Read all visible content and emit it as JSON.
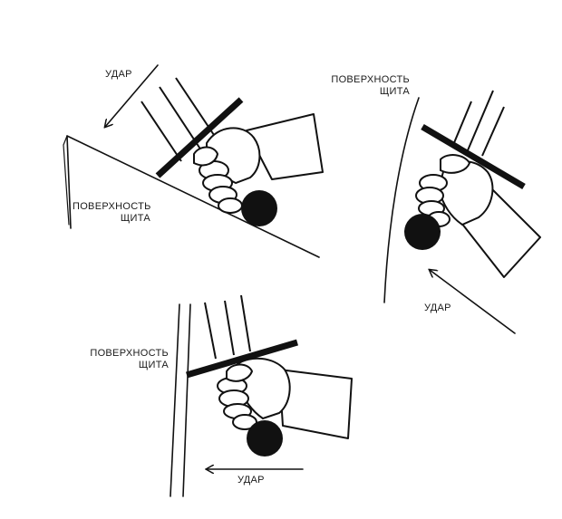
{
  "panel_top_left": {
    "strike_label": "УДАР",
    "surface_line1": "ПОВЕРХНОСТЬ",
    "surface_line2": "ЩИТА"
  },
  "panel_right": {
    "strike_label": "УДАР",
    "surface_line1": "ПОВЕРХНОСТЬ",
    "surface_line2": "ЩИТА"
  },
  "panel_bottom": {
    "strike_label": "УДАР",
    "surface_line1": "ПОВЕРХНОСТЬ",
    "surface_line2": "ЩИТА"
  },
  "colors": {
    "ink": "#111111",
    "background": "#ffffff"
  }
}
